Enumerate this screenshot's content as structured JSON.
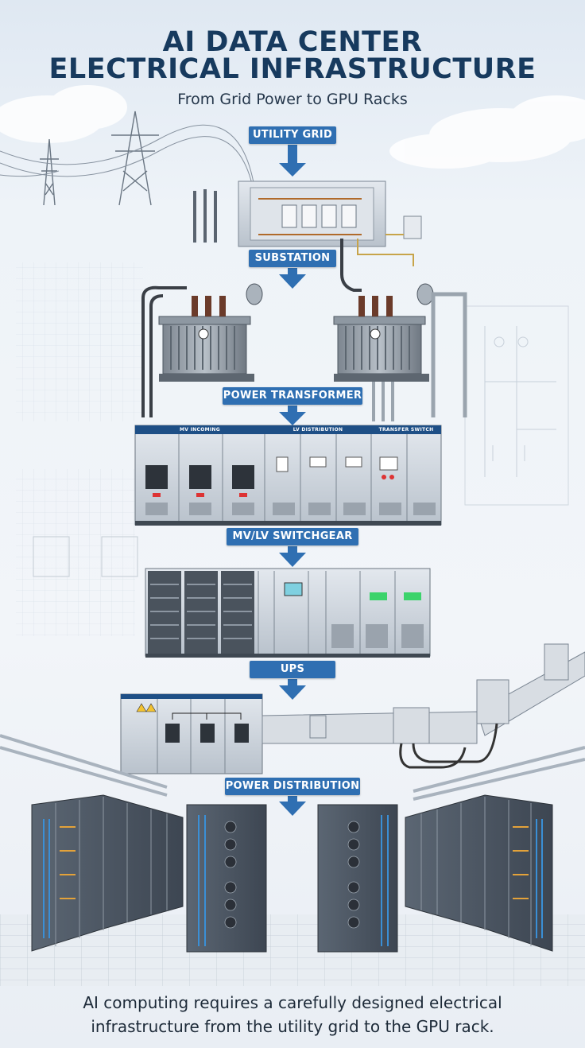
{
  "header": {
    "title_line1": "AI DATA CENTER",
    "title_line2": "ELECTRICAL INFRASTRUCTURE",
    "subtitle": "From Grid Power to GPU Racks"
  },
  "stages": [
    {
      "label": "UTILITY GRID"
    },
    {
      "label": "SUBSTATION"
    },
    {
      "label": "POWER TRANSFORMER"
    },
    {
      "label": "MV/LV SWITCHGEAR"
    },
    {
      "label": "UPS"
    },
    {
      "label": "POWER DISTRIBUTION"
    }
  ],
  "switchgear": {
    "section_labels": [
      "MV INCOMING",
      "LV DISTRIBUTION",
      "TRANSFER SWITCH"
    ]
  },
  "footer": {
    "line1": "AI computing requires a carefully designed electrical",
    "line2": "infrastructure from the utility grid to the GPU rack."
  },
  "colors": {
    "title": "#173a5e",
    "label_bg": "#2f6fb2",
    "arrow": "#2f6fb2",
    "cabinet": "#cfd6de",
    "rack": "#4a5563"
  }
}
